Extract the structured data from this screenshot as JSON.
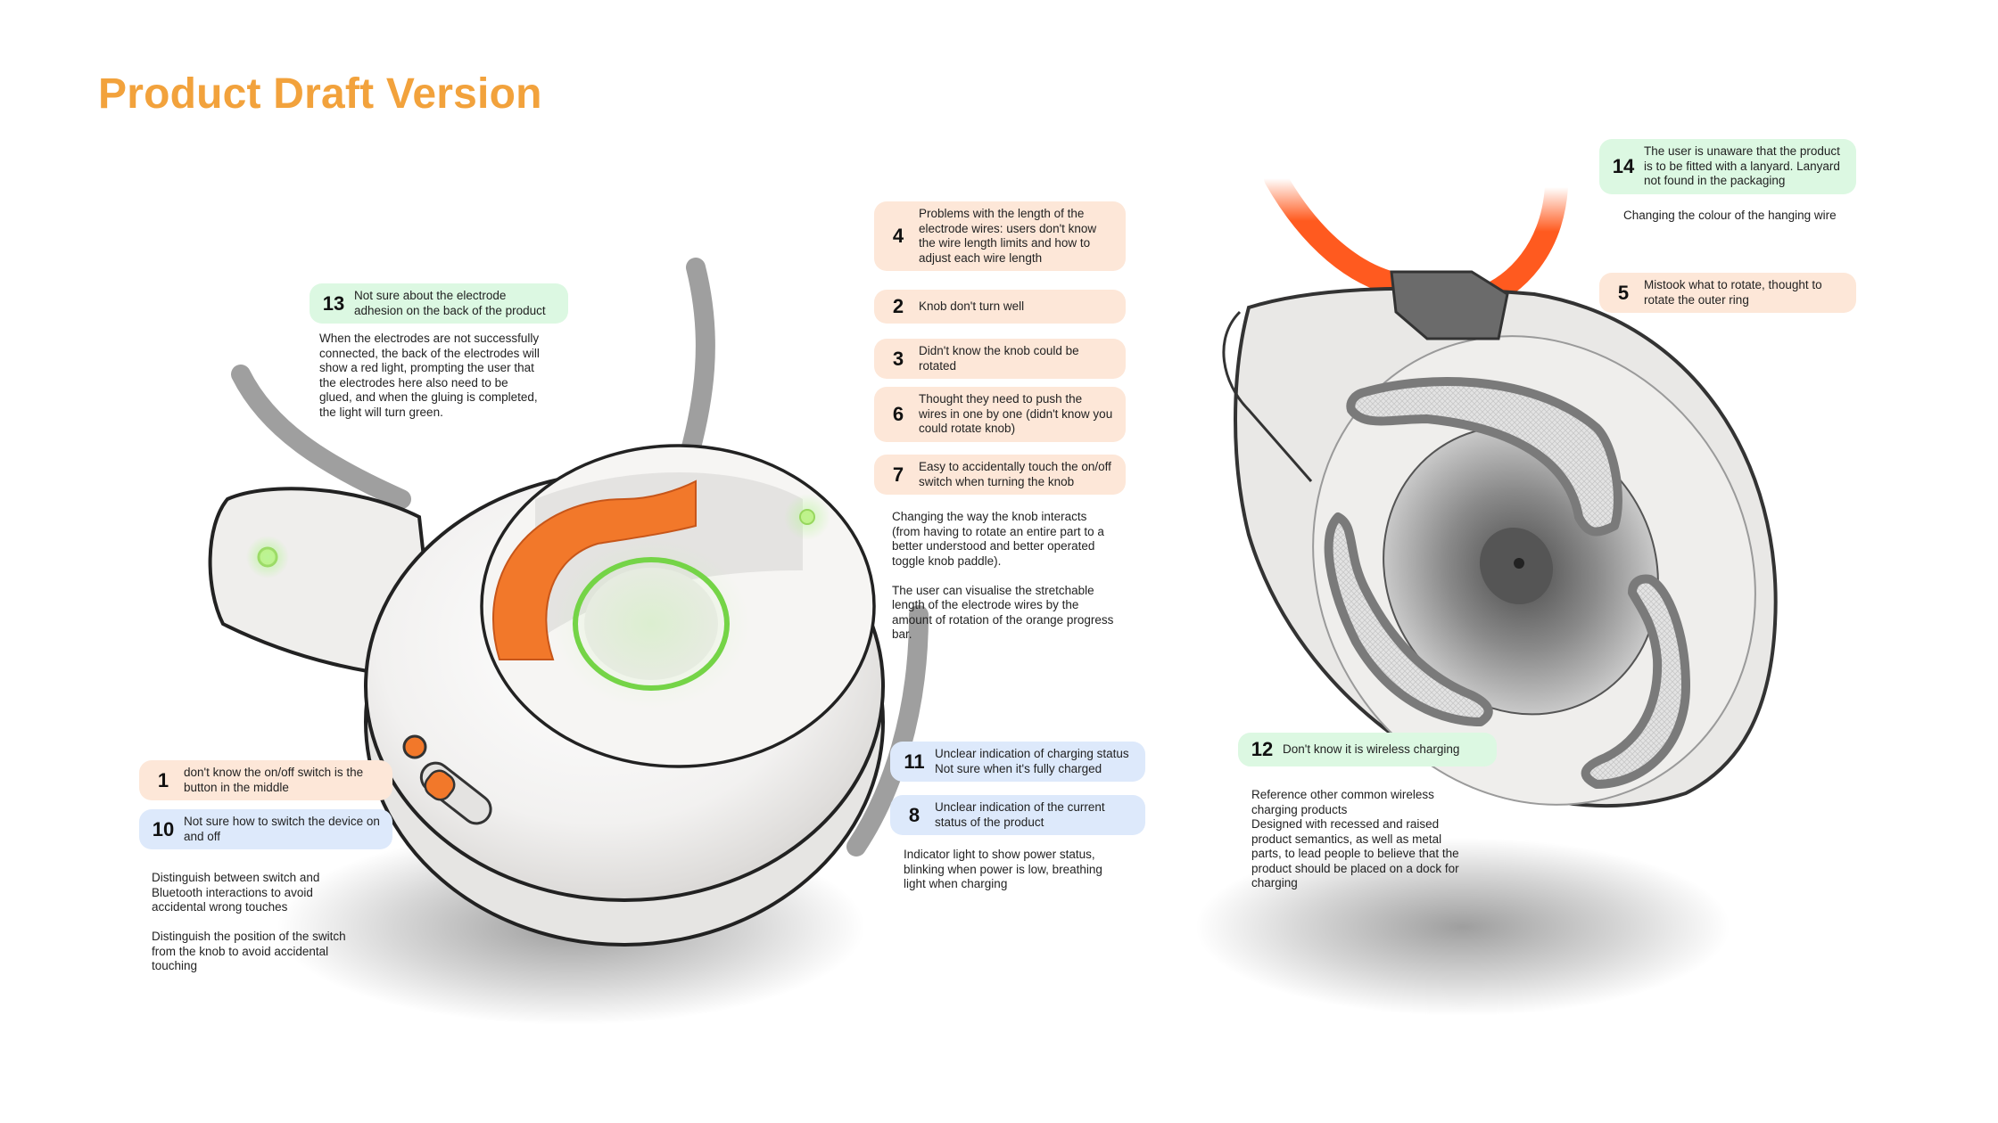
{
  "page": {
    "title": "Product Draft Version",
    "accent_color": "#f2a23c",
    "pill_colors": {
      "orange": "#fde7d8",
      "blue": "#dde9fb",
      "green": "#dcf8e2"
    }
  },
  "issues": [
    {
      "num": "13",
      "text": "Not sure about the electrode adhesion on the back of the product"
    },
    {
      "num": "4",
      "text": "Problems with the length of the electrode wires: users don't know the wire length limits and how to adjust each wire length"
    },
    {
      "num": "2",
      "text": "Knob don't turn well"
    },
    {
      "num": "3",
      "text": "Didn't know the knob could be rotated"
    },
    {
      "num": "6",
      "text": "Thought they need to push the wires in one by one (didn't know you could rotate knob)"
    },
    {
      "num": "7",
      "text": "Easy to accidentally touch the on/off switch when turning the knob"
    },
    {
      "num": "1",
      "text": "don't know the on/off switch is the button in the middle"
    },
    {
      "num": "10",
      "text": "Not sure how to switch the device on and off"
    },
    {
      "num": "11",
      "text": "Unclear indication of charging status Not sure when it's fully charged"
    },
    {
      "num": "8",
      "text": "Unclear indication of the current status of the product"
    },
    {
      "num": "14",
      "text": "The user is unaware that the product is to be fitted with a lanyard. Lanyard not found in the packaging"
    },
    {
      "num": "5",
      "text": "Mistook what to rotate, thought to rotate the outer ring"
    },
    {
      "num": "12",
      "text": "Don't know it is wireless charging"
    }
  ],
  "notes": {
    "electrode_note": "When the electrodes are not successfully connected, the back of the electrodes will show a red light, prompting the user that the electrodes here also need to be glued, and when the gluing is completed, the light will turn green.",
    "knob_note": "Changing the way the knob interacts (from having to rotate an entire part to a better understood and better operated toggle knob paddle).\n\nThe user can visualise the stretchable length of the electrode wires by the amount of rotation of the orange progress bar.",
    "switch_note": "Distinguish between switch and Bluetooth interactions to avoid accidental wrong touches\n\nDistinguish the position of the switch from the knob to avoid accidental touching",
    "indicator_note": "Indicator light to show power status, blinking when power is low, breathing light when charging",
    "lanyard_note": "Changing the colour of the hanging wire",
    "charging_note": "Reference other common wireless charging products\nDesigned with recessed and raised product semantics, as well as metal parts, to lead people to believe that the product should be placed on a dock for charging"
  }
}
